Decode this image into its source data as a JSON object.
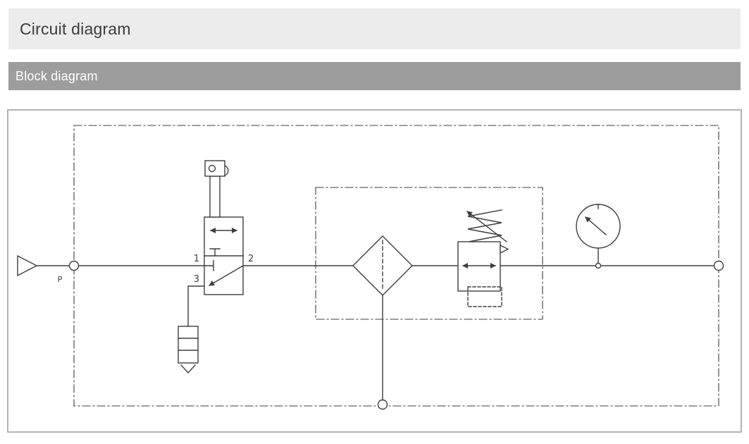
{
  "page": {
    "title": "Circuit diagram",
    "section": "Block diagram"
  },
  "diagram": {
    "labels": {
      "supply_port": "P",
      "valve_port_1": "1",
      "valve_port_2": "2",
      "valve_port_3": "3"
    },
    "colors": {
      "line": "#3e3e3e",
      "panel-border": "#b3b3b3",
      "title-bg": "#ececec",
      "title-text": "#3c3c3c",
      "section-bg": "#9d9d9d",
      "section-text": "#ffffff",
      "page-bg": "#ffffff"
    }
  }
}
